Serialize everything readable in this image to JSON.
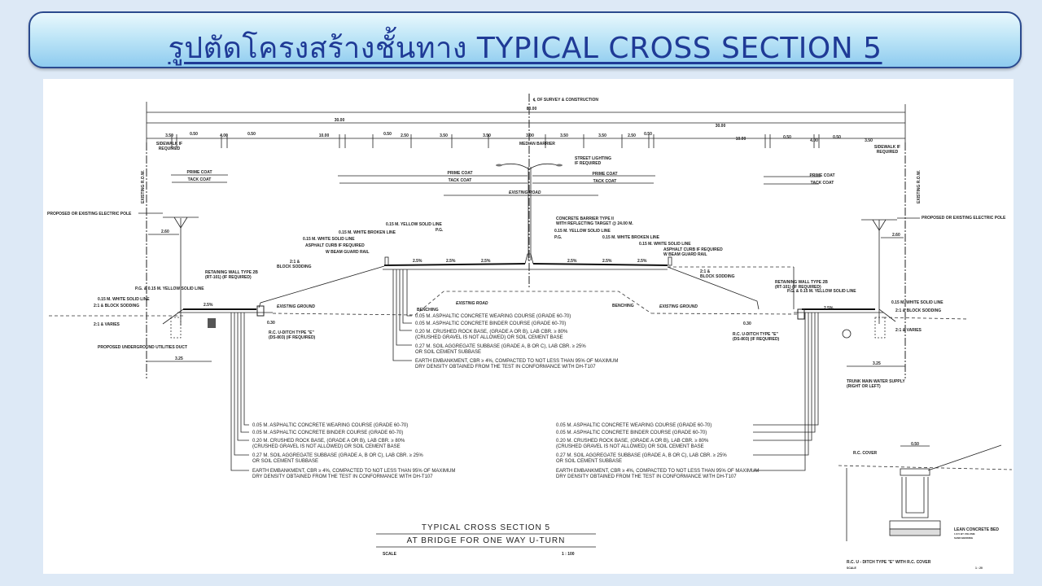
{
  "slide": {
    "title": "รูปตัดโครงสร้างชั้นทาง TYPICAL  CROSS  SECTION 5"
  },
  "drawing": {
    "centerline": "℄ OF SURVEY & CONSTRUCTION",
    "total_width": "80.00",
    "half_widths": [
      "30.00",
      "30.00"
    ],
    "segments": [
      "3.50",
      "0.50",
      "4.00",
      "0.50",
      "10.00",
      "0.50",
      "2.50",
      "3.50",
      "3.50",
      "3.00",
      "3.50",
      "3.50",
      "2.50",
      "0.50",
      "10.00",
      "0.50",
      "4.00",
      "0.50",
      "3.50"
    ],
    "sidewalk": [
      "SIDEWALK IF",
      "REQUIRED"
    ],
    "median_barrier": "MEDIAN BARRIER",
    "existing_row": "EXISTING R.O.W.",
    "street_lighting": [
      "STREET LIGHTING",
      "IF REQUIRED"
    ],
    "prime_coat": "PRIME COAT",
    "tack_coat": "TACK COAT",
    "existing_road": "EXISTING ROAD",
    "existing_ground": "EXISTING GROUND",
    "benching": "BENCHING",
    "electric_pole": "PROPOSED OR EXISTING ELECTRIC POLE",
    "pole_offset": "2.60",
    "concrete_barrier": [
      "CONCRETE BARRIER TYPE II",
      "WITH REFLECTING TARGET @ 24.00 M."
    ],
    "yellow_solid": "0.15 M. YELLOW SOLID LINE",
    "pg": "P.G.",
    "white_broken": "0.15 M. WHITE BROKEN LINE",
    "white_solid": "0.15 M. WHITE SOLID LINE",
    "asphalt_curb": "ASPHALT CURB IF REQUIRED",
    "guard_rail": "W BEAM GUARD RAIL",
    "block_sodding": [
      "2:1 &",
      "BLOCK SODDING"
    ],
    "retaining_wall": [
      "RETAINING WALL TYPE 2B",
      "(RT-101) (IF REQUIRED)"
    ],
    "pg_yellow": "P.G. & 0.15 M. YELLOW SOLID LINE",
    "block_sodding_inline": "2:1 & BLOCK SODDING",
    "varies": "2:1 & VARIES",
    "slope": "2.5%",
    "ditch": [
      "R.C. U-DITCH TYPE \"E\"",
      "(DS-803) (IF REQUIRED)"
    ],
    "ditch_depth": "0.30",
    "utilities_duct": "PROPOSED UNDERGROUND UTILITIES DUCT",
    "offset_325": "3.25",
    "water_supply": [
      "TRUNK MAIN WATER SUPPLY",
      "(RIGHT OR LEFT)"
    ],
    "layers": [
      "0.05 M. ASPHALTIC CONCRETE WEARING COURSE (GRADE 60-70)",
      "0.05 M. ASPHALTIC CONCRETE BINDER COURSE (GRADE 60-70)",
      "0.20 M. CRUSHED ROCK BASE, (GRADE A OR B), LAB CBR. ≥ 80%",
      "(CRUSHED GRAVEL IS NOT ALLOWED) OR SOIL CEMENT BASE",
      "0.27 M. SOIL AGGREGATE SUBBASE (GRADE A, B OR C), LAB CBR. ≥ 25%",
      "OR SOIL CEMENT SUBBASE",
      "EARTH EMBANKMENT, CBR ≥ 4%, COMPACTED TO NOT LESS THAN 95% OF MAXIMUM",
      "DRY DENSITY OBTAINED FROM THE TEST IN CONFORMANCE WITH DH-T107"
    ],
    "title_block": {
      "line1": "TYPICAL CROSS SECTION 5",
      "line2": "AT BRIDGE FOR ONE WAY U-TURN",
      "scale_label": "SCALE",
      "scale": "1 : 100"
    },
    "detail": {
      "title": "R.C. U - DITCH TYPE \"E\" WITH R.C. COVER",
      "scale_label": "SCALE",
      "scale": "1 : 20",
      "rc_cover": "R.C. COVER",
      "width": "0.50",
      "lean_concrete": [
        "LEAN CONCRETE BED",
        "1:3:5 BY VOLUME",
        "SAND BEDDING"
      ]
    }
  }
}
